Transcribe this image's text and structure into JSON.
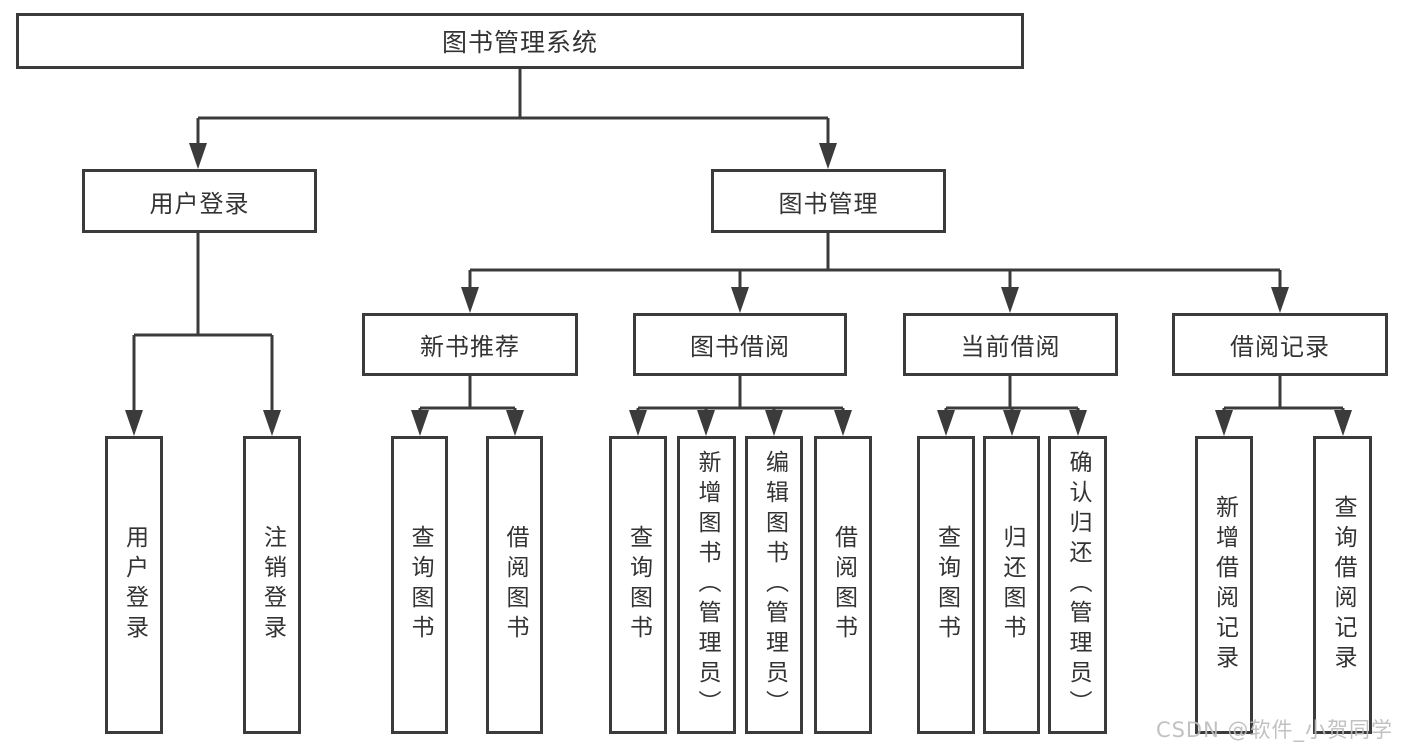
{
  "diagram": {
    "root_label": "图书管理系统",
    "level2": {
      "user_login": "用户登录",
      "book_management": "图书管理"
    },
    "level3": {
      "new_book_recommend": "新书推荐",
      "book_borrowing": "图书借阅",
      "current_borrowing": "当前借阅",
      "borrowing_records": "借阅记录"
    },
    "leaves": {
      "user_login_children": {
        "login": "用户登录",
        "logout": "注销登录"
      },
      "new_book_children": {
        "query_books": "查询图书",
        "borrow_books": "借阅图书"
      },
      "book_borrowing_children": {
        "query_books": "查询图书",
        "add_books_admin": "新增图书（管理员）",
        "edit_books_admin": "编辑图书（管理员）",
        "borrow_books": "借阅图书"
      },
      "current_borrowing_children": {
        "query_books": "查询图书",
        "return_books": "归还图书",
        "confirm_return_admin": "确认归还（管理员）"
      },
      "borrowing_records_children": {
        "add_record": "新增借阅记录",
        "query_record": "查询借阅记录"
      }
    }
  },
  "watermark": {
    "text": "CSDN @软件_小贺同学"
  },
  "colors": {
    "line": "#3b3b3b",
    "text": "#333333",
    "watermark": "#bcbcbc",
    "background": "#ffffff"
  }
}
